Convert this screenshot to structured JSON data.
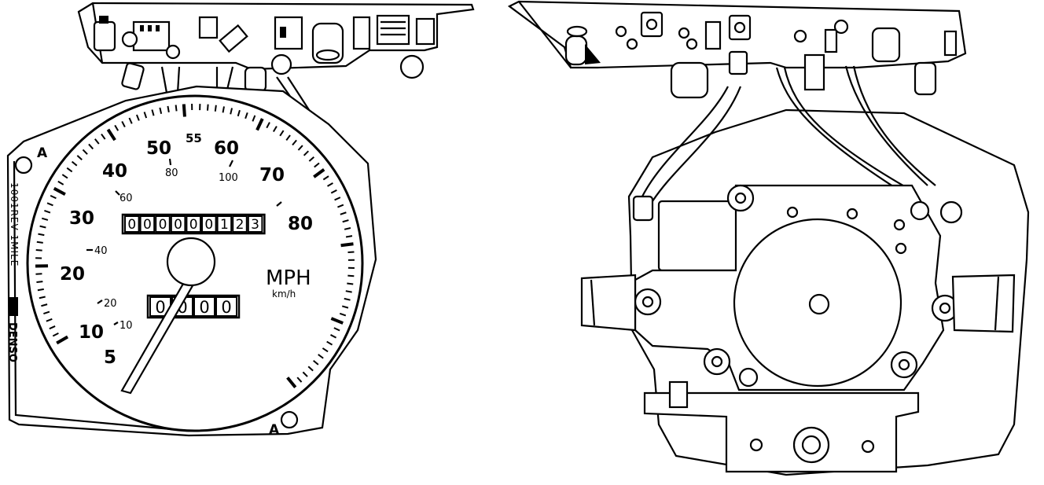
{
  "front": {
    "mph_scale": [
      "5",
      "10",
      "20",
      "30",
      "40",
      "50",
      "60",
      "70",
      "80"
    ],
    "speed_marker": "55",
    "kmh_scale": [
      "10",
      "20",
      "40",
      "60",
      "80",
      "100"
    ],
    "odometer_digits": [
      "0",
      "0",
      "0",
      "0",
      "0",
      "0",
      "1",
      "2",
      "3"
    ],
    "trip_digits": [
      "0",
      "0",
      "0",
      "0"
    ],
    "unit_primary": "MPH",
    "unit_secondary": "km/h",
    "mount_label_top": "A",
    "mount_label_bottom": "A",
    "side_text": "1001REV 1MILE",
    "brand": "DENSO",
    "needle_value_mph": 0
  },
  "back": {}
}
